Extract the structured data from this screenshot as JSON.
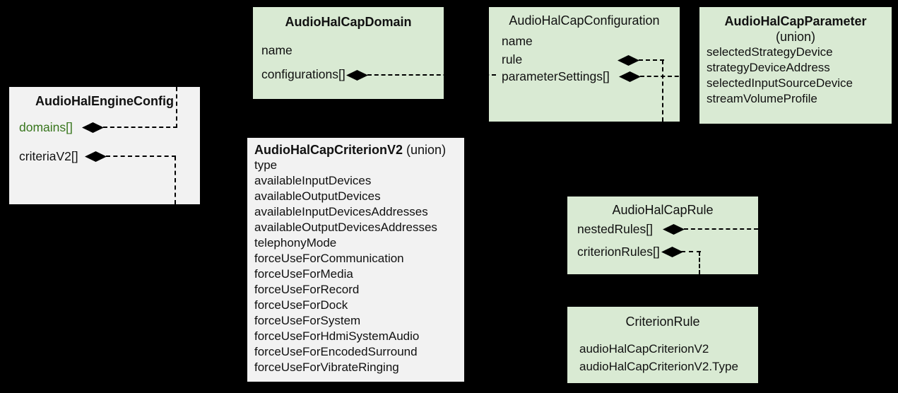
{
  "colors": {
    "background": "#000000",
    "box_green_fill": "#d9ead3",
    "box_gray_fill": "#f2f2f2",
    "accent_green_text": "#38761d",
    "connector_line": "#000000",
    "text": "#111111"
  },
  "icons": {
    "aggregation": "filled-diamond"
  },
  "boxes": {
    "engine": {
      "title": "AudioHalEngineConfig",
      "fields": [
        "domains[]",
        "criteriaV2[]"
      ]
    },
    "domain": {
      "title": "AudioHalCapDomain",
      "fields": [
        "name",
        "configurations[]"
      ]
    },
    "configuration": {
      "title": "AudioHalCapConfiguration",
      "fields": [
        "name",
        "rule",
        "parameterSettings[]"
      ]
    },
    "parameter": {
      "title": "AudioHalCapParameter",
      "subtitle": "(union)",
      "fields": [
        "selectedStrategyDevice",
        "strategyDeviceAddress",
        "selectedInputSourceDevice",
        "streamVolumeProfile"
      ]
    },
    "criterionV2": {
      "title": "AudioHalCapCriterionV2",
      "subtitle": "(union)",
      "fields": [
        "type",
        "availableInputDevices",
        "availableOutputDevices",
        "availableInputDevicesAddresses",
        "availableOutputDevicesAddresses",
        "telephonyMode",
        "forceUseForCommunication",
        "forceUseForMedia",
        "forceUseForRecord",
        "forceUseForDock",
        "forceUseForSystem",
        "forceUseForHdmiSystemAudio",
        "forceUseForEncodedSurround",
        "forceUseForVibrateRinging"
      ]
    },
    "rule": {
      "title": "AudioHalCapRule",
      "fields": [
        "nestedRules[]",
        "criterionRules[]"
      ]
    },
    "criterionRule": {
      "title": "CriterionRule",
      "fields": [
        "audioHalCapCriterionV2",
        "audioHalCapCriterionV2.Type"
      ]
    }
  }
}
